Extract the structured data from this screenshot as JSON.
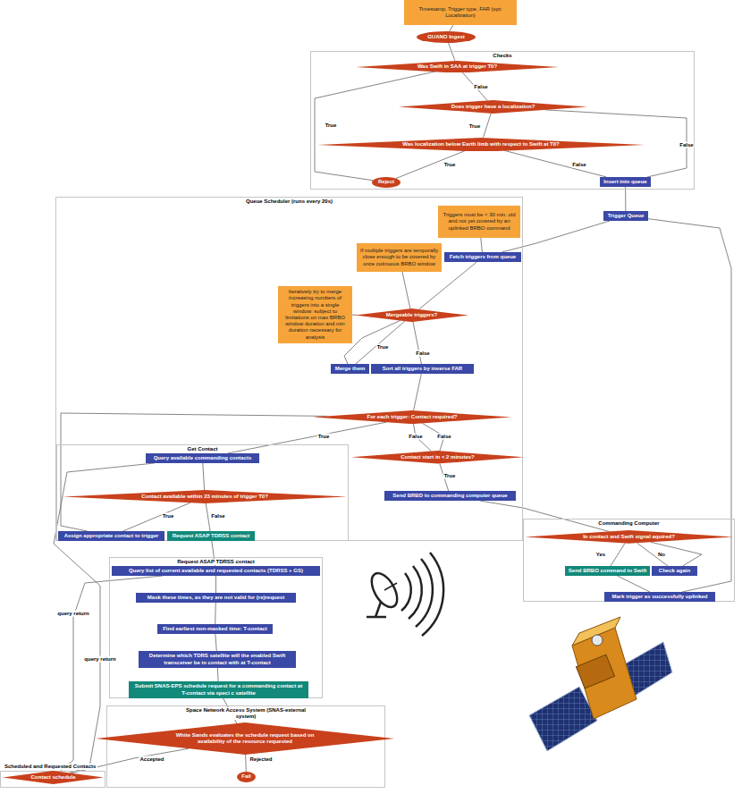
{
  "diagram": {
    "nodes": [
      {
        "text": [
          "Timestamp, Trigger type, FAR (opt: Localization)"
        ]
      },
      {
        "text": [
          "GUANO Ingest"
        ]
      },
      {
        "text": [
          "Checks"
        ]
      },
      {
        "text": [
          "Was Swift in SAA at trigger T0?"
        ],
        "in": 2
      },
      {
        "text": [
          "Does trigger have a localization?"
        ],
        "in": 2
      },
      {
        "text": [
          "Was localization below Earth limb with respect to Swift at T0?"
        ],
        "in": 2
      },
      {
        "text": [
          "Reject"
        ],
        "in": 2
      },
      {
        "text": [
          "Insert into queue"
        ],
        "in": 2
      },
      {
        "text": [
          "Queue Scheduler (runs every 20s)"
        ]
      },
      {
        "text": [
          "Triggers must be < 30 min. old and not yet covered by an uplinked BRBO command"
        ],
        "in": 8
      },
      {
        "text": [
          "Trigger Queue"
        ]
      },
      {
        "text": [
          "Fetch triggers from queue"
        ],
        "in": 8
      },
      {
        "text": [
          "If multiple triggers are temporally close enough to be covered by once cotinuous BRBO window"
        ],
        "in": 8
      },
      {
        "text": [
          "Iteratively try to merge increasing numbers of triggers into a single window: subject to limitations on max BRBO window duration and min duration necessary for analysis"
        ],
        "in": 8
      },
      {
        "text": [
          "Mergeable triggers?"
        ],
        "in": 8
      },
      {
        "text": [
          "Merge them"
        ],
        "in": 8
      },
      {
        "text": [
          "Sort all triggers by inverse FAR"
        ],
        "in": 8
      },
      {
        "text": [
          "For each trigger: Contact required?"
        ],
        "in": 8
      },
      {
        "text": [
          "Get Contact"
        ],
        "in": 8
      },
      {
        "text": [
          "Query available commanding contacts"
        ],
        "in": 18
      },
      {
        "text": [
          "Contact available within 23 minutes of trigger T0?"
        ],
        "in": 18
      },
      {
        "text": [
          "Assign appropriate contact to trigger"
        ],
        "in": 18
      },
      {
        "text": [
          "Request ASAP TDRSS contact"
        ],
        "in": 18
      },
      {
        "text": [
          "Contact start in < 2 minutes?"
        ],
        "in": 8
      },
      {
        "text": [
          "Send BRBD to commanding computer queue"
        ],
        "in": 8
      },
      {
        "text": [
          "Commanding Computer"
        ]
      },
      {
        "text": [
          "In contact and Swift signal aquired?"
        ],
        "in": 25
      },
      {
        "text": [
          "Send BRBO command to Swift"
        ],
        "in": 25
      },
      {
        "text": [
          "Check again"
        ],
        "in": 25
      },
      {
        "text": [
          "Mark trigger as successfully uplinked"
        ],
        "in": 25
      },
      {
        "text": [
          "Request ASAP TDRSS contact"
        ]
      },
      {
        "text": [
          "Query list of current available and requested contacts (TDRSS + GS)"
        ],
        "in": 30
      },
      {
        "text": [
          "Mask these times, as they are not valid for (re)request"
        ],
        "in": 30
      },
      {
        "text": [
          "Find earliest non-masked time: T-contact"
        ],
        "in": 30
      },
      {
        "text": [
          "Determine which TDRS satellite will the enabled Swift transceiver be in contact with at T-contact"
        ],
        "in": 30
      },
      {
        "text": [
          "Submit SNAS-EPS schedule request for a commanding contact at T-contact via speci c satellite"
        ],
        "in": 30
      },
      {
        "text": [
          "Space Network Access System (SNAS-external system)"
        ]
      },
      {
        "text": [
          "White Sands evaluates the schedule request based on availability of the resource requested"
        ],
        "in": 36
      },
      {
        "text": [
          "Fail"
        ],
        "in": 36
      },
      {
        "text": [
          "Scheduled and Requested Contacts"
        ]
      },
      {
        "text": [
          "Contact schedule"
        ],
        "in": 39
      }
    ],
    "edges": [
      {
        "from": 0,
        "to": 1,
        "arrow": "none"
      },
      {
        "from": 1,
        "to": 3,
        "arrow": "none"
      },
      {
        "from": 3,
        "to": 6,
        "label": "True",
        "arrow": "none"
      },
      {
        "from": 3,
        "to": 4,
        "label": "False",
        "arrow": "none"
      },
      {
        "from": 4,
        "to": 5,
        "label": "True",
        "arrow": "none"
      },
      {
        "from": 4,
        "to": 7,
        "label": "False",
        "arrow": "none"
      },
      {
        "from": 5,
        "to": 6,
        "label": "True",
        "arrow": "none"
      },
      {
        "from": 5,
        "to": 7,
        "label": "False",
        "arrow": "none"
      },
      {
        "from": 7,
        "to": 10,
        "arrow": "none"
      },
      {
        "from": 10,
        "to": 11,
        "arrow": "none"
      },
      {
        "from": 10,
        "to": 29,
        "arrow": "none"
      },
      {
        "from": 9,
        "to": 11,
        "arrow": "none"
      },
      {
        "from": 11,
        "to": 14,
        "arrow": "none"
      },
      {
        "from": 12,
        "to": 14,
        "arrow": "none"
      },
      {
        "from": 13,
        "to": 14,
        "arrow": "none"
      },
      {
        "from": 14,
        "to": 15,
        "label": "True",
        "arrow": "none"
      },
      {
        "from": 14,
        "to": 16,
        "label": "False",
        "arrow": "none"
      },
      {
        "from": 15,
        "to": 14,
        "arrow": "none"
      },
      {
        "from": 16,
        "to": 17,
        "arrow": "none"
      },
      {
        "from": 17,
        "to": 19,
        "label": "True",
        "arrow": "none"
      },
      {
        "from": 17,
        "to": 23,
        "label": "False",
        "arrow": "none"
      },
      {
        "from": 23,
        "to": 17,
        "label": "False",
        "arrow": "none"
      },
      {
        "from": 19,
        "to": 20,
        "arrow": "none"
      },
      {
        "from": 20,
        "to": 21,
        "label": "True",
        "arrow": "none"
      },
      {
        "from": 20,
        "to": 22,
        "label": "False",
        "arrow": "none"
      },
      {
        "from": 21,
        "to": 17,
        "arrow": "none"
      },
      {
        "from": 23,
        "to": 24,
        "label": "True",
        "arrow": "none"
      },
      {
        "from": 24,
        "to": 26,
        "arrow": "none"
      },
      {
        "from": 26,
        "to": 27,
        "label": "Yes",
        "arrow": "none"
      },
      {
        "from": 26,
        "to": 28,
        "label": "No",
        "arrow": "none"
      },
      {
        "from": 28,
        "to": 26,
        "arrow": "none"
      },
      {
        "from": 27,
        "to": 29,
        "arrow": "none"
      },
      {
        "from": 22,
        "to": 31,
        "arrow": "none"
      },
      {
        "from": 31,
        "to": 32,
        "arrow": "none"
      },
      {
        "from": 32,
        "to": 33,
        "arrow": "none"
      },
      {
        "from": 33,
        "to": 34,
        "arrow": "none"
      },
      {
        "from": 34,
        "to": 35,
        "arrow": "none"
      },
      {
        "from": 35,
        "to": 37,
        "arrow": "none"
      },
      {
        "from": 37,
        "to": 40,
        "label": "Accepted",
        "arrow": "none"
      },
      {
        "from": 37,
        "to": 38,
        "label": "Rejected",
        "arrow": "none"
      },
      {
        "from": 31,
        "to": 40,
        "label": "query return",
        "arrow": "none"
      },
      {
        "from": 19,
        "to": 40,
        "label": "query return",
        "arrow": "none"
      }
    ]
  }
}
